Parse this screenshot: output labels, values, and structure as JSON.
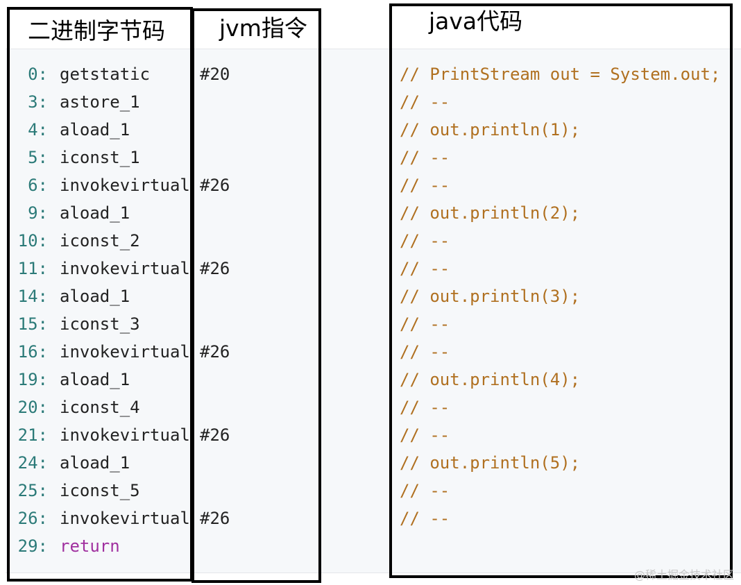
{
  "headings": {
    "bytecode": "二进制字节码",
    "jvm": "jvm指令",
    "java": "java代码"
  },
  "rows": [
    {
      "offset": "0:",
      "instruction": "getstatic",
      "ref": "#20",
      "comment": "// PrintStream out = System.out;"
    },
    {
      "offset": "3:",
      "instruction": "astore_1",
      "ref": "",
      "comment": "// --"
    },
    {
      "offset": "4:",
      "instruction": "aload_1",
      "ref": "",
      "comment": "// out.println(1);"
    },
    {
      "offset": "5:",
      "instruction": "iconst_1",
      "ref": "",
      "comment": "// --"
    },
    {
      "offset": "6:",
      "instruction": "invokevirtual",
      "ref": "#26",
      "comment": "// --"
    },
    {
      "offset": "9:",
      "instruction": "aload_1",
      "ref": "",
      "comment": "// out.println(2);"
    },
    {
      "offset": "10:",
      "instruction": "iconst_2",
      "ref": "",
      "comment": "// --"
    },
    {
      "offset": "11:",
      "instruction": "invokevirtual",
      "ref": "#26",
      "comment": "// --"
    },
    {
      "offset": "14:",
      "instruction": "aload_1",
      "ref": "",
      "comment": "// out.println(3);"
    },
    {
      "offset": "15:",
      "instruction": "iconst_3",
      "ref": "",
      "comment": "// --"
    },
    {
      "offset": "16:",
      "instruction": "invokevirtual",
      "ref": "#26",
      "comment": "// --"
    },
    {
      "offset": "19:",
      "instruction": "aload_1",
      "ref": "",
      "comment": "// out.println(4);"
    },
    {
      "offset": "20:",
      "instruction": "iconst_4",
      "ref": "",
      "comment": "// --"
    },
    {
      "offset": "21:",
      "instruction": "invokevirtual",
      "ref": "#26",
      "comment": "// --"
    },
    {
      "offset": "24:",
      "instruction": "aload_1",
      "ref": "",
      "comment": "// out.println(5);"
    },
    {
      "offset": "25:",
      "instruction": "iconst_5",
      "ref": "",
      "comment": "// --"
    },
    {
      "offset": "26:",
      "instruction": "invokevirtual",
      "ref": "#26",
      "comment": "// --"
    },
    {
      "offset": "29:",
      "instruction": "return",
      "ref": "",
      "comment": "",
      "keyword": true
    }
  ],
  "watermark": "@稀土掘金技术社区",
  "colors": {
    "offset": "#2b7a78",
    "instruction": "#222222",
    "keyword": "#a0309f",
    "comment": "#b07020",
    "frame": "#000000"
  }
}
